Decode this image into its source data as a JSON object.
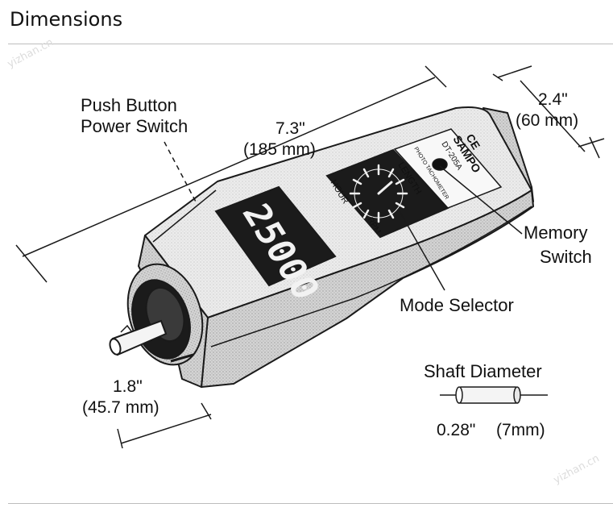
{
  "heading": "Dimensions",
  "labels": {
    "push_button_line1": "Push Button",
    "push_button_line2": "Power Switch",
    "length_in": "7.3\"",
    "length_mm": "(185 mm)",
    "width_in": "2.4\"",
    "width_mm": "(60 mm)",
    "memory_line1": "Memory",
    "memory_line2": "Switch",
    "mode_selector": "Mode Selector",
    "height_in": "1.8\"",
    "height_mm": "(45.7 mm)",
    "shaft_title": "Shaft Diameter",
    "shaft_in": "0.28\"",
    "shaft_mm": "(7mm)"
  },
  "device": {
    "display_value": "25000",
    "brand": "SAMPO",
    "model": "DT-205A",
    "subtitle": "PHOTO TACHOMETER",
    "ce_mark": "CE",
    "dial_labels": [
      "LENGTH",
      "HOUR",
      "RPM"
    ]
  },
  "watermark": "yizhan.cn",
  "colors": {
    "lcd": "#1b1b1b",
    "line": "#1a1a1a",
    "body_light": "#eeeeee",
    "body_shade": "#cfcfcf",
    "rule": "#bdbdbd"
  }
}
